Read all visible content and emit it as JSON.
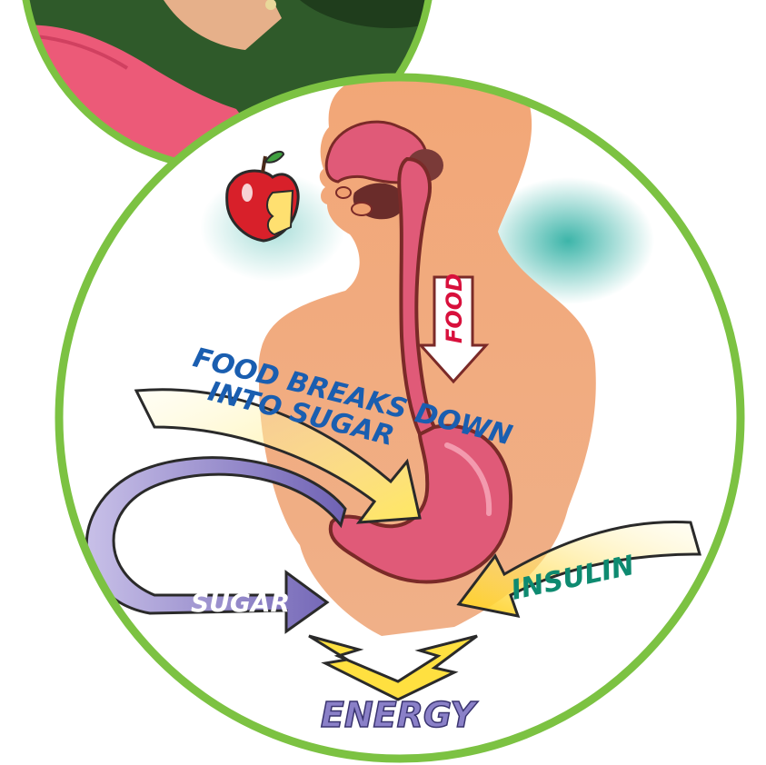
{
  "labels": {
    "food": "FOOD",
    "breaks_line1": "FOOD BREAKS DOWN",
    "breaks_line2": "INTO SUGAR",
    "sugar": "SUGAR",
    "insulin": "INSULIN",
    "energy": "ENERGY"
  },
  "colors": {
    "ring": "#7cc242",
    "skin": "#f0a878",
    "organ": "#e05a78",
    "organ_dark": "#7a2a28",
    "teal_shadow": "#1aa89a",
    "food_text": "#d8103c",
    "breaks_text": "#1a5eb0",
    "insulin_text": "#0e8a70",
    "sugar_fill": "#8d80c8",
    "energy_text": "#8a80c8",
    "bolt": "#ffe040"
  },
  "icons": {
    "apple": "bitten-apple-icon",
    "bolt": "lightning-bolt-icon"
  }
}
